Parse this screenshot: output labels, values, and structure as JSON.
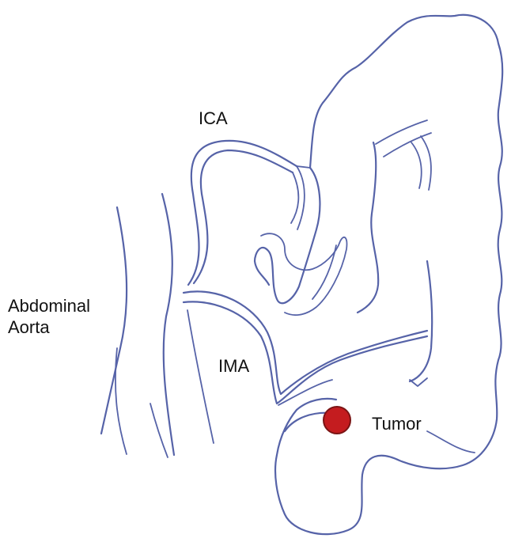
{
  "labels": {
    "ica": "ICA",
    "aorta_line1": "Abdominal",
    "aorta_line2": "Aorta",
    "ima": "IMA",
    "tumor": "Tumor"
  },
  "colors": {
    "line": "#5663a8",
    "tumor_fill": "#c41c1f",
    "tumor_stroke": "#7a1414",
    "text": "#111111"
  }
}
